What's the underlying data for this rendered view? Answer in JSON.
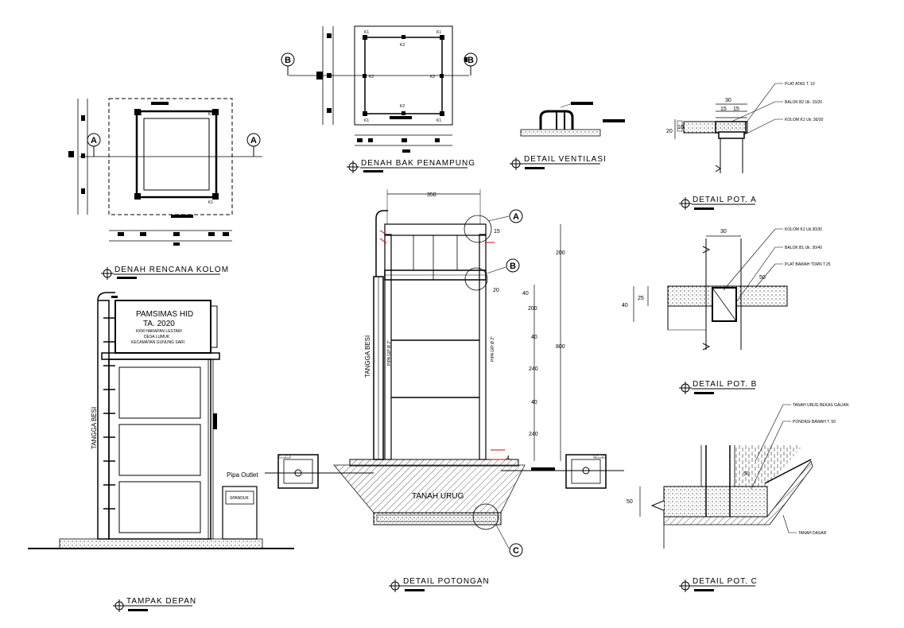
{
  "titles": {
    "denah_rencana_kolom": "DENAH RENCANA KOLOM",
    "denah_bak": "DENAH BAK PENAMPUNG",
    "detail_ventilasi": "DETAIL VENTILASI",
    "detail_pot_a": "DETAIL POT. A",
    "detail_pot_b": "DETAIL POT. B",
    "detail_pot_c": "DETAIL POT. C",
    "tampak_depan": "TAMPAK DEPAN",
    "detail_potongan": "DETAIL POTONGAN"
  },
  "section_markers": {
    "a": "A",
    "b": "B",
    "c": "C"
  },
  "column_labels": {
    "k1": "K1",
    "k2": "K2"
  },
  "sign": {
    "line1": "PAMSIMAS HID",
    "line2": "TA. 2020",
    "line3": "KKM HARAPAN LESTARI",
    "line4": "DESA LUMUK",
    "line5": "KECAMATAN GUNUNG SARI"
  },
  "front": {
    "tangga": "TANGGA BESI",
    "spanduk": "SPANDUK",
    "pipa_outlet": "Pipa Outlet"
  },
  "section": {
    "tangga": "TANGGA BESI",
    "pipa_left": "PIPA GIP Ø 2\"",
    "pipa_right": "PIPA GIP Ø 2\"",
    "tanah_urug": "TANAH URUG",
    "dims": {
      "w350": "350",
      "d15": "15",
      "d200": "200",
      "d20": "20",
      "d800": "800",
      "d40a": "40",
      "d200b": "200",
      "d40b": "40",
      "d240a": "240",
      "d40c": "40",
      "d240b": "240",
      "d4": "4"
    }
  },
  "pot_a": {
    "plat": "PLAT ATAS T. 10",
    "balok": "BALOK B2 Uk. 15/20",
    "kolom": "KOLOM K1 Uk. 30/30",
    "d30": "30",
    "d15a": "15",
    "d15b": "15",
    "d20": "20",
    "d10": "10"
  },
  "pot_b": {
    "kolom": "KOLOM K1 Uk.30/30",
    "balok": "BALOK B1 Uk. 30/40",
    "plat": "PLAT BAWAH TORN T.25",
    "d30": "30",
    "d50": "50",
    "d25": "25",
    "d40": "40"
  },
  "pot_c": {
    "tanah_urug": "TANAH URUG BEKAS GALIAN",
    "pondasi": "PONDASI BAWAH T. 50",
    "tanah_dasar": "TANAH DASAR",
    "d50a": "50",
    "d50b": "50"
  }
}
